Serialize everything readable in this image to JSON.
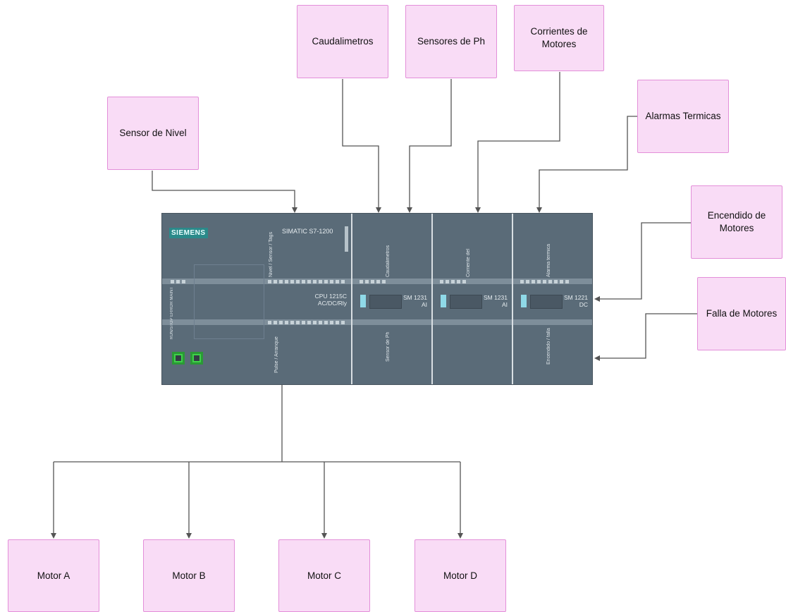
{
  "inputs": {
    "sensor_nivel": "Sensor de Nivel",
    "caudalimetros": "Caudalimetros",
    "sensores_ph": "Sensores de Ph",
    "corrientes": "Corrientes de Motores",
    "alarmas": "Alarmas Termicas"
  },
  "outputs_right": {
    "encendido": "Encendido de Motores",
    "falla": "Falla de Motores"
  },
  "motors": [
    "Motor A",
    "Motor B",
    "Motor C",
    "Motor D"
  ],
  "plc": {
    "brand": "SIEMENS",
    "model": "SIMATIC S7-1200",
    "cpu": {
      "line1": "CPU 1215C",
      "line2": "AC/DC/Rly"
    },
    "modules": [
      {
        "line1": "SM 1231",
        "line2": "AI"
      },
      {
        "line1": "SM 1231",
        "line2": "AI"
      },
      {
        "line1": "SM 1221",
        "line2": "DC"
      }
    ],
    "status_leds": "RUN/STOP ERROR MAINT"
  }
}
